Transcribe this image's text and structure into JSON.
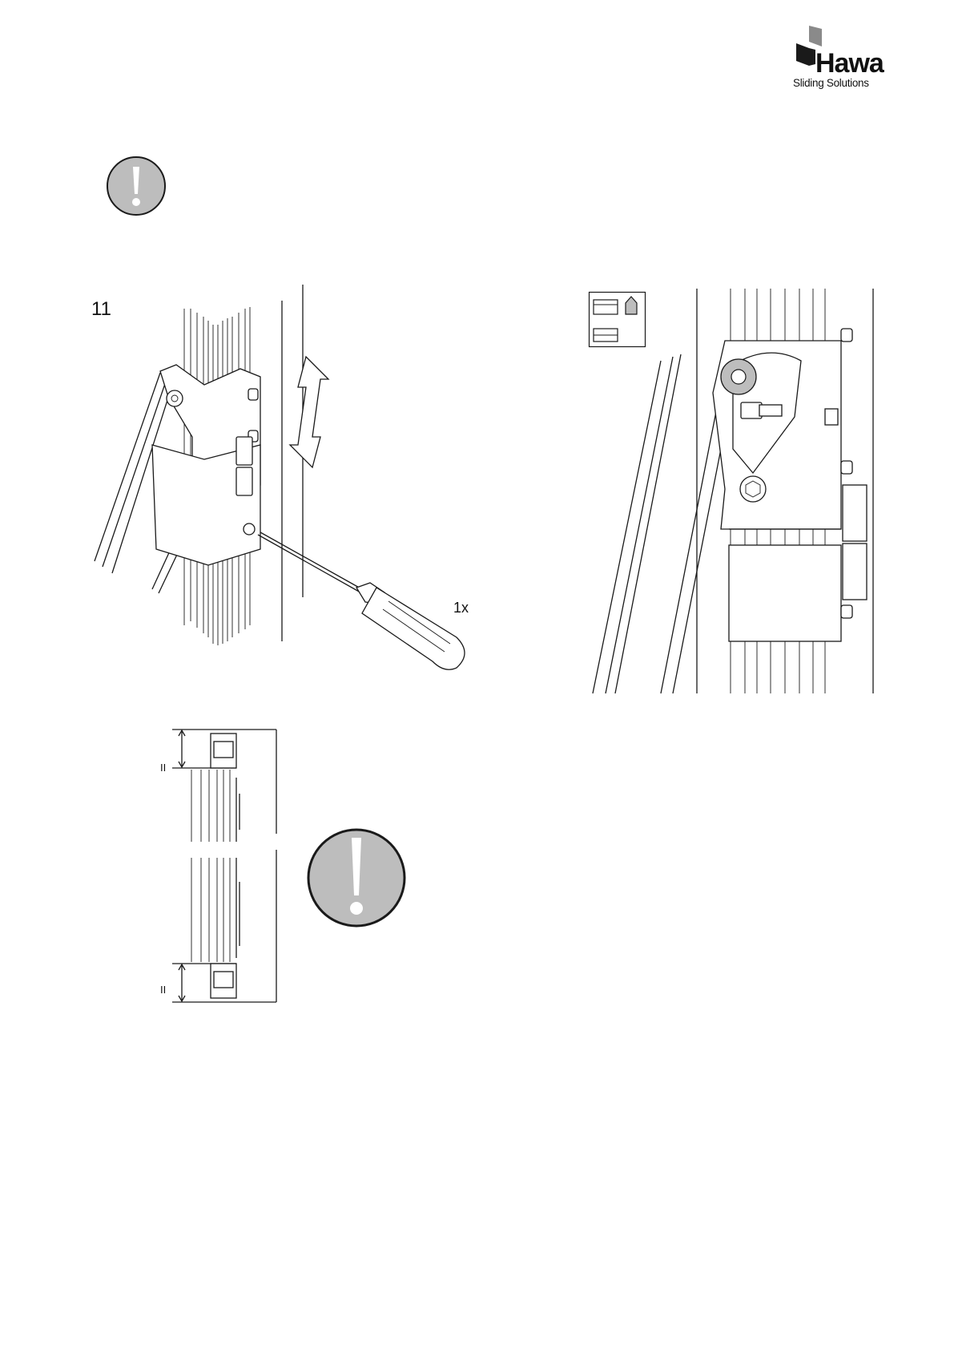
{
  "brand": {
    "name": "Hawa",
    "tagline": "Sliding Solutions"
  },
  "steps": [
    {
      "number": "11",
      "quantity": "1x"
    }
  ],
  "icons": {
    "warning_small": "exclamation-warning-icon",
    "warning_large": "exclamation-warning-icon",
    "adjust_arrow": "up-down-arrow-icon",
    "screwdriver": "screwdriver-icon",
    "door_selector": "door-layout-icon"
  },
  "dimension_labels": [
    "II",
    "II"
  ],
  "colors": {
    "warning_fill": "#bdbdbd",
    "line": "#1a1a1a",
    "logo_mark": "#8a8a8a"
  }
}
